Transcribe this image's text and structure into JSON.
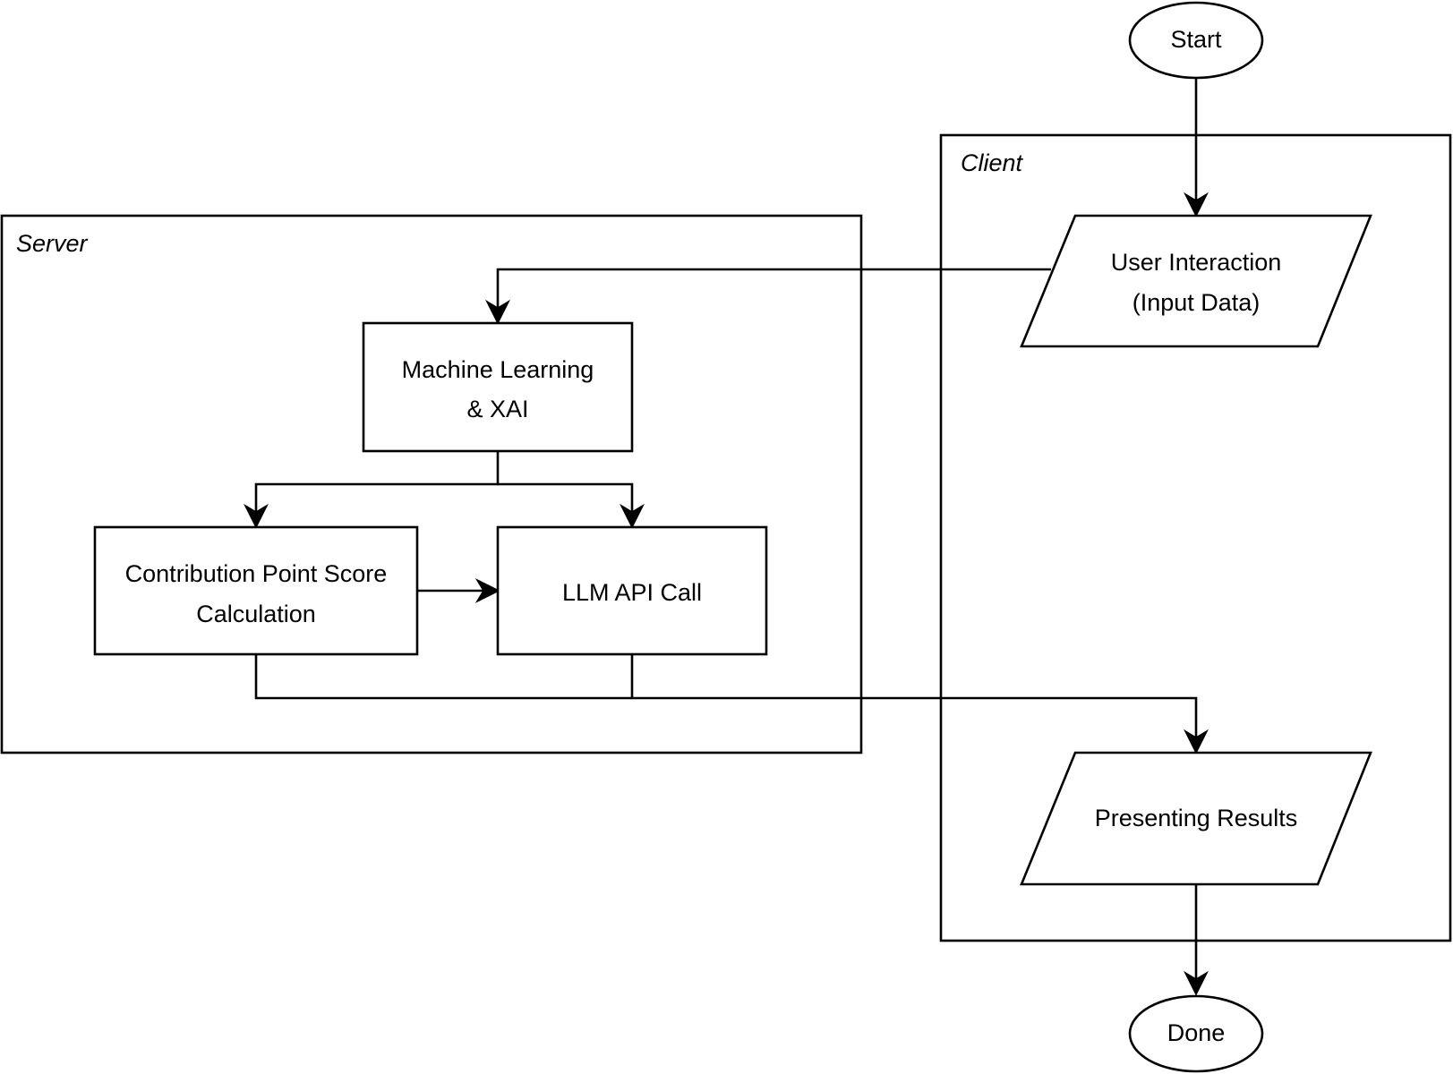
{
  "colors": {
    "stroke": "#000000",
    "fill": "#ffffff",
    "background": "#ffffff"
  },
  "groups": {
    "server": "Server",
    "client": "Client"
  },
  "nodes": {
    "start": "Start",
    "user_interaction": [
      "User Interaction",
      "(Input Data)"
    ],
    "ml_xai": [
      "Machine Learning",
      "& XAI"
    ],
    "contribution": [
      "Contribution Point Score",
      "Calculation"
    ],
    "llm": "LLM API Call",
    "presenting": "Presenting Results",
    "done": "Done"
  }
}
